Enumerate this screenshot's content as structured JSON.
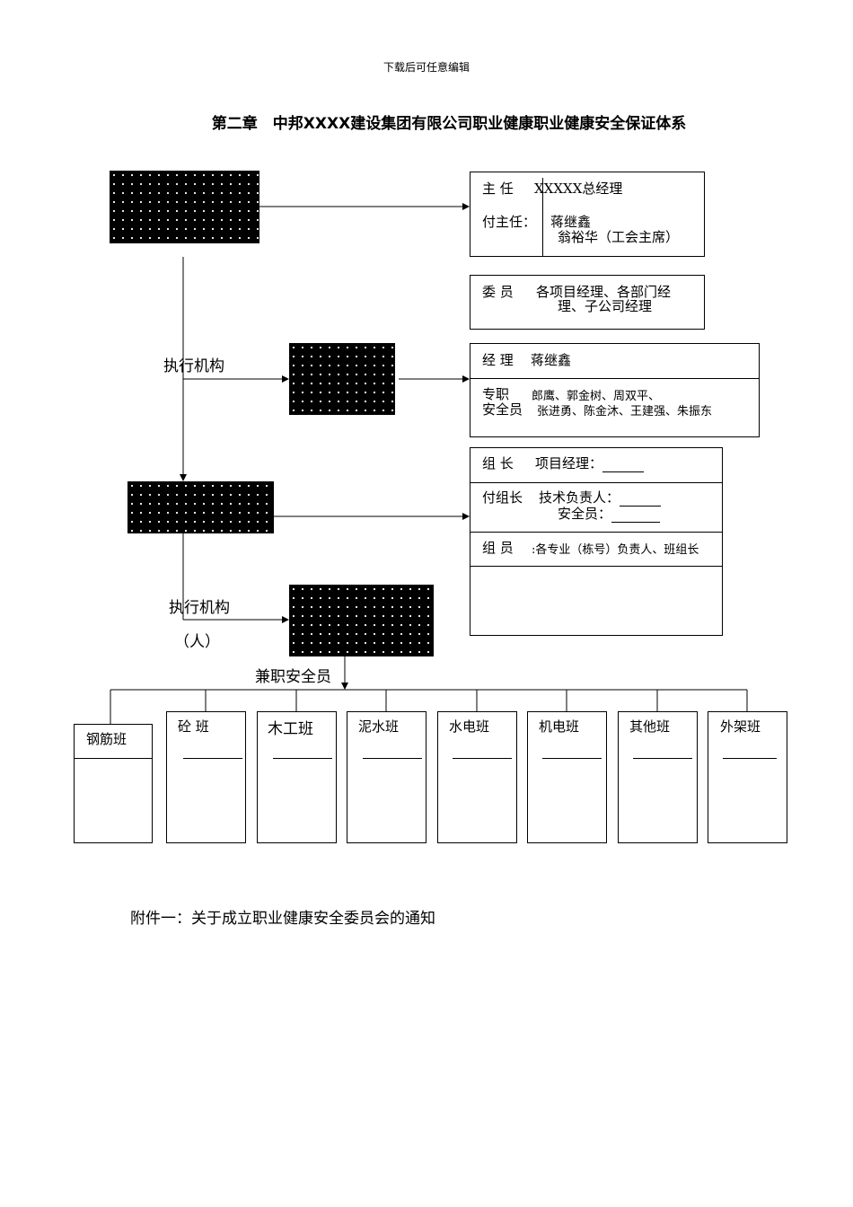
{
  "header": "下载后可任意编辑",
  "title": "第二章　中邦XXXX建设集团有限公司职业健康职业健康安全保证体系",
  "committee": {
    "director_label": "主  任",
    "director_value": "XXXXX总经理",
    "vice_label": "付主任：",
    "vice_values": [
      "蒋继鑫",
      "翁裕华（工会主席）"
    ],
    "member_label": "委  员",
    "member_values": [
      "各项目经理、各部门经",
      "理、子公司经理"
    ]
  },
  "exec_label_1": "执行机构",
  "safety_dept": {
    "manager_label": "经  理",
    "manager_value": "蒋继鑫",
    "staff_label_1": "专职",
    "staff_label_2": "安全员",
    "staff_values": [
      "郎鹰、郭金树、周双平、",
      "张进勇、陈金沐、王建强、朱振东"
    ]
  },
  "project_team": {
    "leader_label": "组  长",
    "leader_value": "项目经理：",
    "vice_label": "付组长",
    "vice_value_1": "技术负责人：",
    "vice_value_2": "安全员：",
    "member_label": "组  员",
    "member_value": ":各专业（栋号）负责人、班组长"
  },
  "exec_label_2": "执行机构",
  "exec_label_2_sub": "（人）",
  "part_time_label": "兼职安全员",
  "teams": [
    "钢筋班",
    "砼  班",
    "木工班",
    "泥水班",
    "水电班",
    "机电班",
    "其他班",
    "外架班"
  ],
  "attachment": "附件一：关于成立职业健康安全委员会的通知"
}
